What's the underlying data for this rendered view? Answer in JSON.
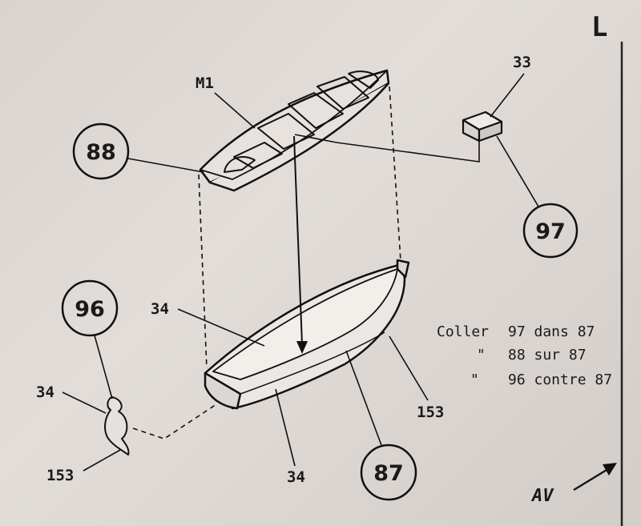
{
  "page_letter": "L",
  "parts": {
    "grating_label": "M1",
    "block_label": "33",
    "circle_88": "88",
    "circle_97": "97",
    "circle_96": "96",
    "circle_87": "87",
    "hull_34_top": "34",
    "hull_34_bottom": "34",
    "hull_153": "153",
    "figure_34": "34",
    "figure_153": "153"
  },
  "instructions": {
    "line1_verb": "Coller",
    "line1_text": "97 dans 87",
    "line2_ditto": "\"",
    "line2_text": "88 sur 87",
    "line3_ditto": "\"",
    "line3_text": "96 contre 87"
  },
  "orientation_mark": "AV"
}
